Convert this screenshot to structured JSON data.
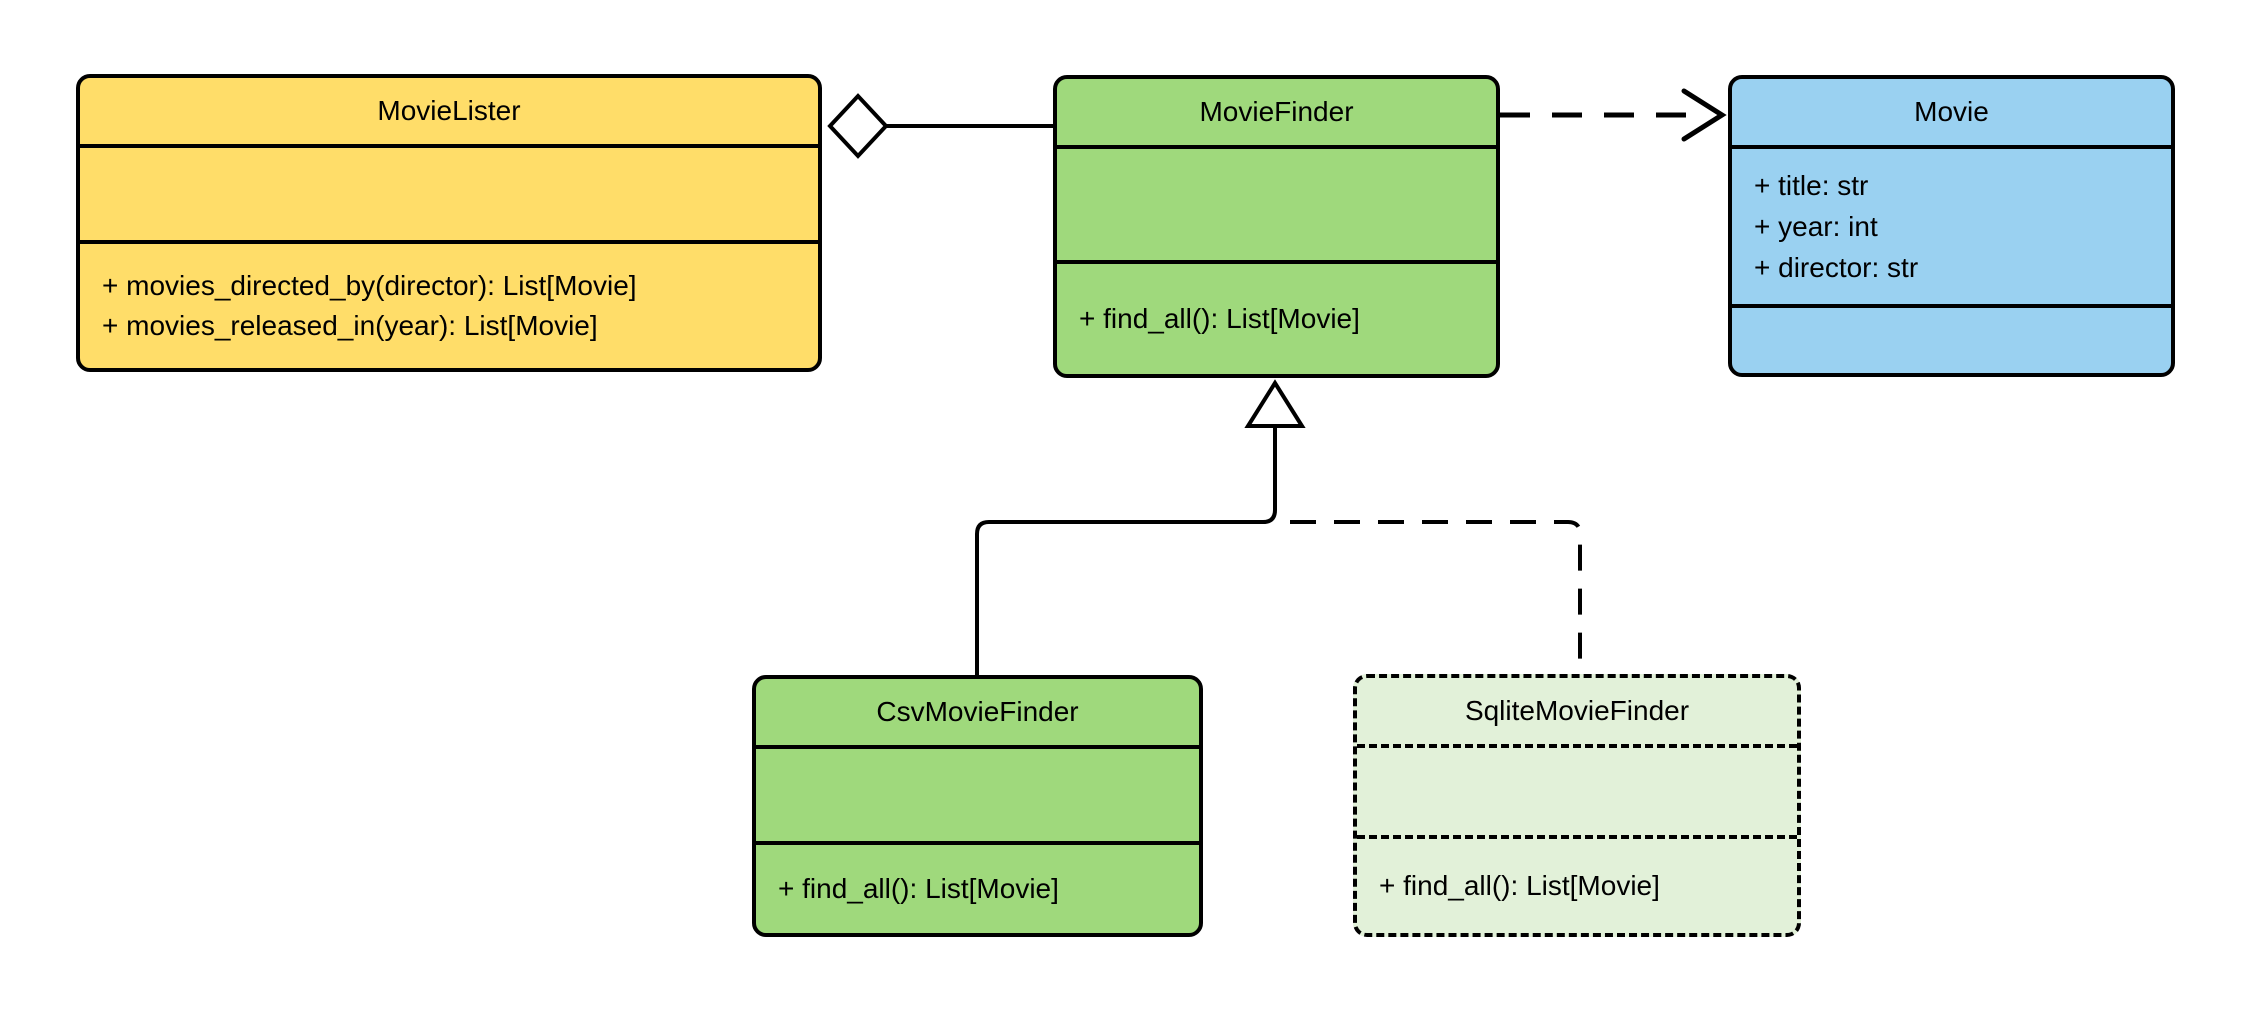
{
  "diagram": {
    "kind": "uml-class-diagram",
    "background": "#FFFFFF",
    "stroke_color": "#000000",
    "colors": {
      "yellow": "#FFDD69",
      "green": "#9FD97C",
      "blue": "#9AD1F1",
      "light_green": "#E2F1D9"
    },
    "classes": [
      {
        "name": "MovieLister",
        "fill": "#FFDD69",
        "border": "solid",
        "attributes": [],
        "methods": [
          "+ movies_directed_by(director): List[Movie]",
          "+ movies_released_in(year): List[Movie]"
        ]
      },
      {
        "name": "MovieFinder",
        "fill": "#9FD97C",
        "border": "solid",
        "attributes": [],
        "methods": [
          "+ find_all(): List[Movie]"
        ]
      },
      {
        "name": "Movie",
        "fill": "#9AD1F1",
        "border": "solid",
        "attributes": [
          "+ title: str",
          "+ year: int",
          "+ director: str"
        ],
        "methods": []
      },
      {
        "name": "CsvMovieFinder",
        "fill": "#9FD97C",
        "border": "solid",
        "attributes": [],
        "methods": [
          "+ find_all(): List[Movie]"
        ]
      },
      {
        "name": "SqliteMovieFinder",
        "fill": "#E2F1D9",
        "border": "dashed",
        "attributes": [],
        "methods": [
          "+ find_all(): List[Movie]"
        ]
      }
    ],
    "relationships": [
      {
        "type": "aggregation",
        "owner": "MovieLister",
        "part": "MovieFinder",
        "line": "solid",
        "marker": "hollow-diamond"
      },
      {
        "type": "dependency",
        "from": "MovieFinder",
        "to": "Movie",
        "line": "dashed",
        "marker": "open-arrow"
      },
      {
        "type": "generalization",
        "child": "CsvMovieFinder",
        "parent": "MovieFinder",
        "line": "solid",
        "marker": "hollow-triangle"
      },
      {
        "type": "generalization",
        "child": "SqliteMovieFinder",
        "parent": "MovieFinder",
        "line": "dashed",
        "marker": "hollow-triangle"
      }
    ]
  }
}
